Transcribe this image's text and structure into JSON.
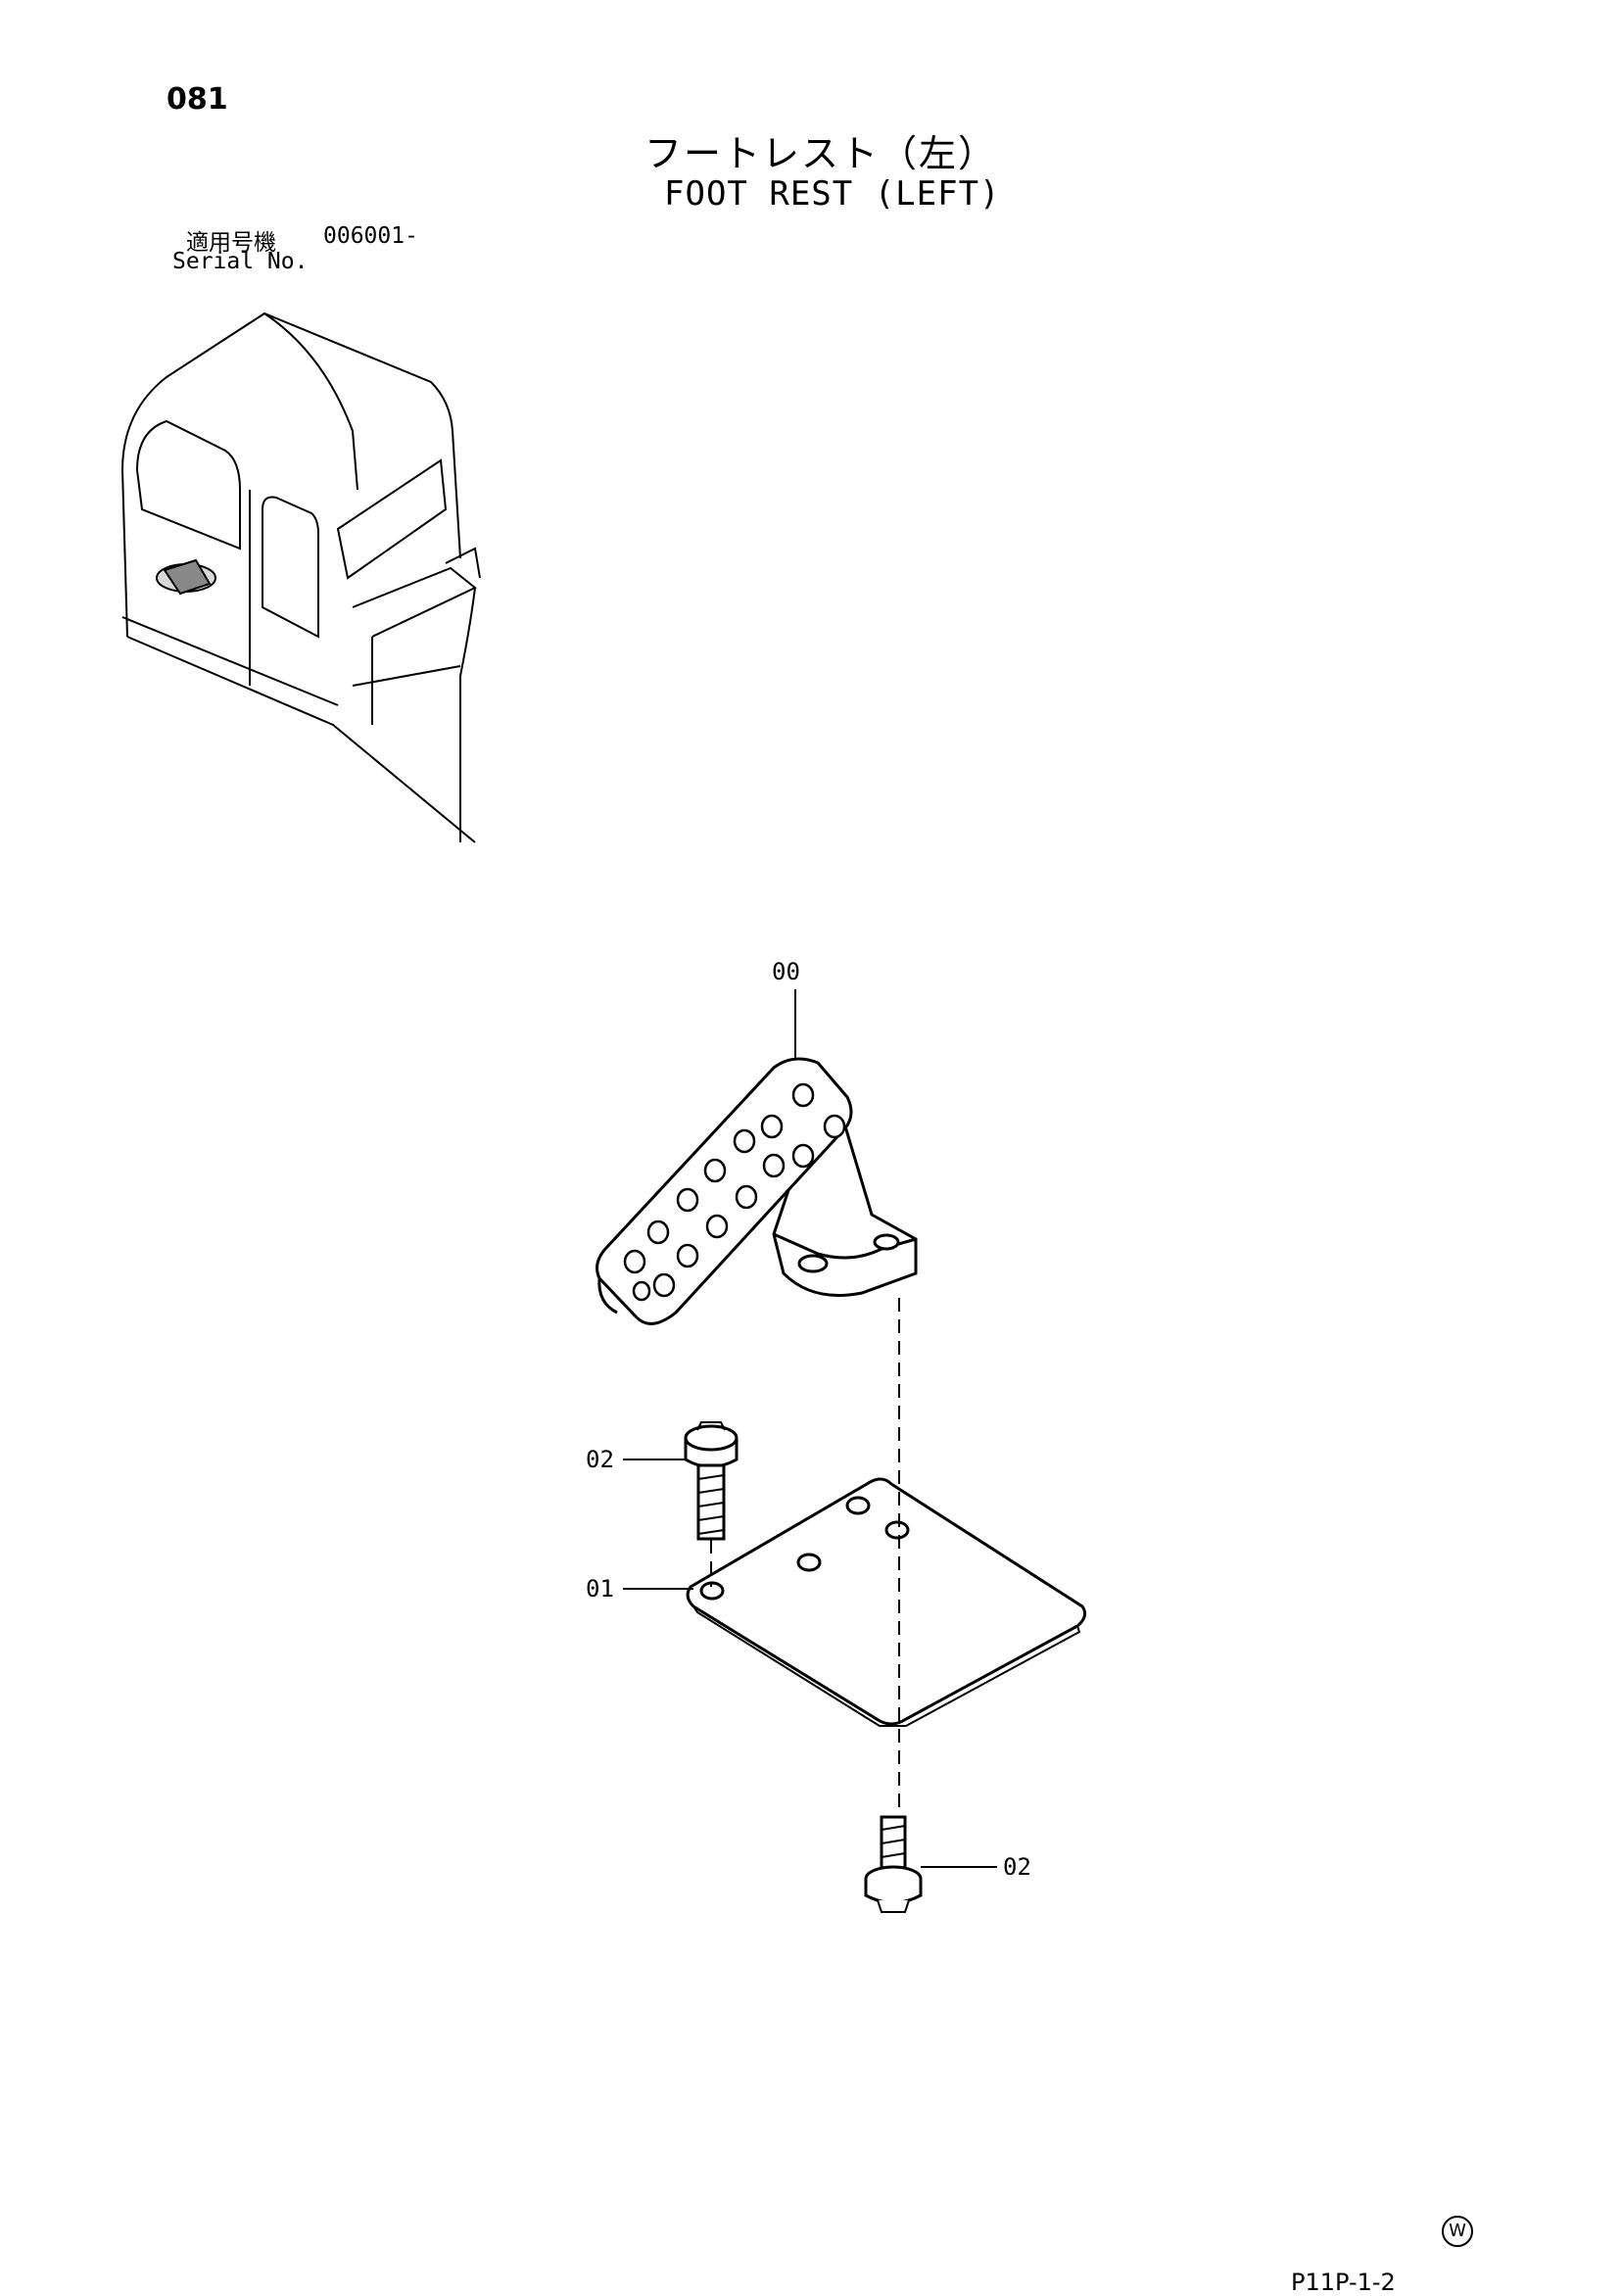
{
  "header": {
    "page_number": "081",
    "title_jp": "フートレスト（左）",
    "title_en": "FOOT REST (LEFT)"
  },
  "serial": {
    "label_jp": "適用号機",
    "number": "006001-",
    "label_en": "Serial No."
  },
  "callouts": {
    "c00": "00",
    "c02_top": "02",
    "c01": "01",
    "c02_bottom": "02"
  },
  "footer": {
    "mark": "W",
    "page_code": "P11P-1-2"
  }
}
